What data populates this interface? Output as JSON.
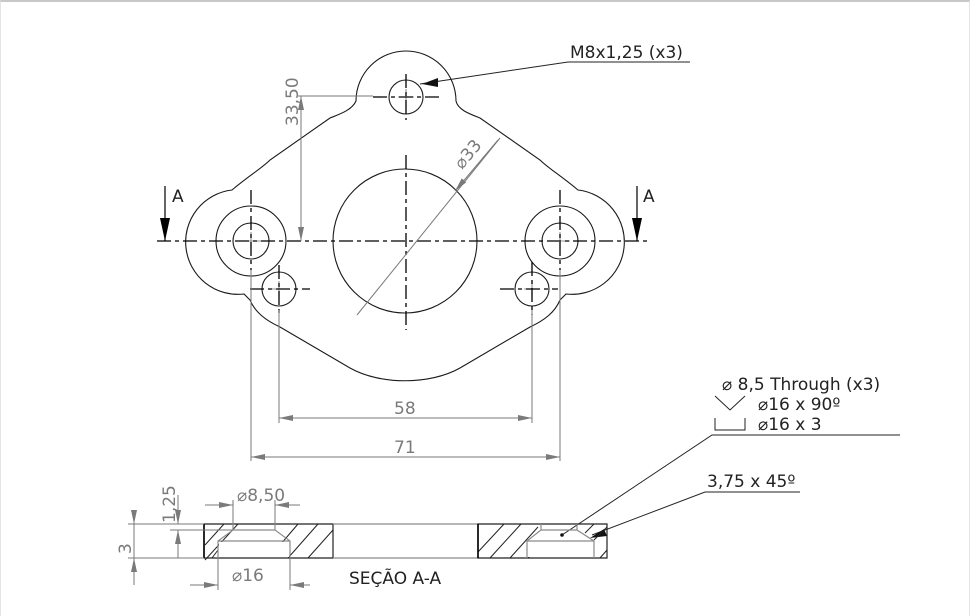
{
  "drawing": {
    "type": "technical_drawing",
    "part": "flange plate",
    "colors": {
      "outline": "#1a1a1a",
      "dimension": "#7a7a7a",
      "note_text": "#222222",
      "background": "#ffffff"
    },
    "top_view": {
      "thread_callout": "M8x1,25 (x3)",
      "height_dim": "33,50",
      "center_hole_dim": "⌀33",
      "hole_spacing_inner": "58",
      "hole_spacing_outer": "71",
      "section_label_left": "A",
      "section_label_right": "A"
    },
    "hole_callout": {
      "line1": "⌀ 8,5 Through (x3)",
      "line2": "⌀16 x 90º",
      "line3": "⌀16 x 3",
      "countersink_symbol": "countersink-icon",
      "counterbore_symbol": "counterbore-icon"
    },
    "chamfer_callout": "3,75 x 45º",
    "section_view": {
      "title": "SEÇÃO A-A",
      "dim_top_dia": "⌀8,50",
      "dim_bottom_dia": "⌀16",
      "dim_depth": "1,25",
      "dim_thickness": "3"
    }
  }
}
